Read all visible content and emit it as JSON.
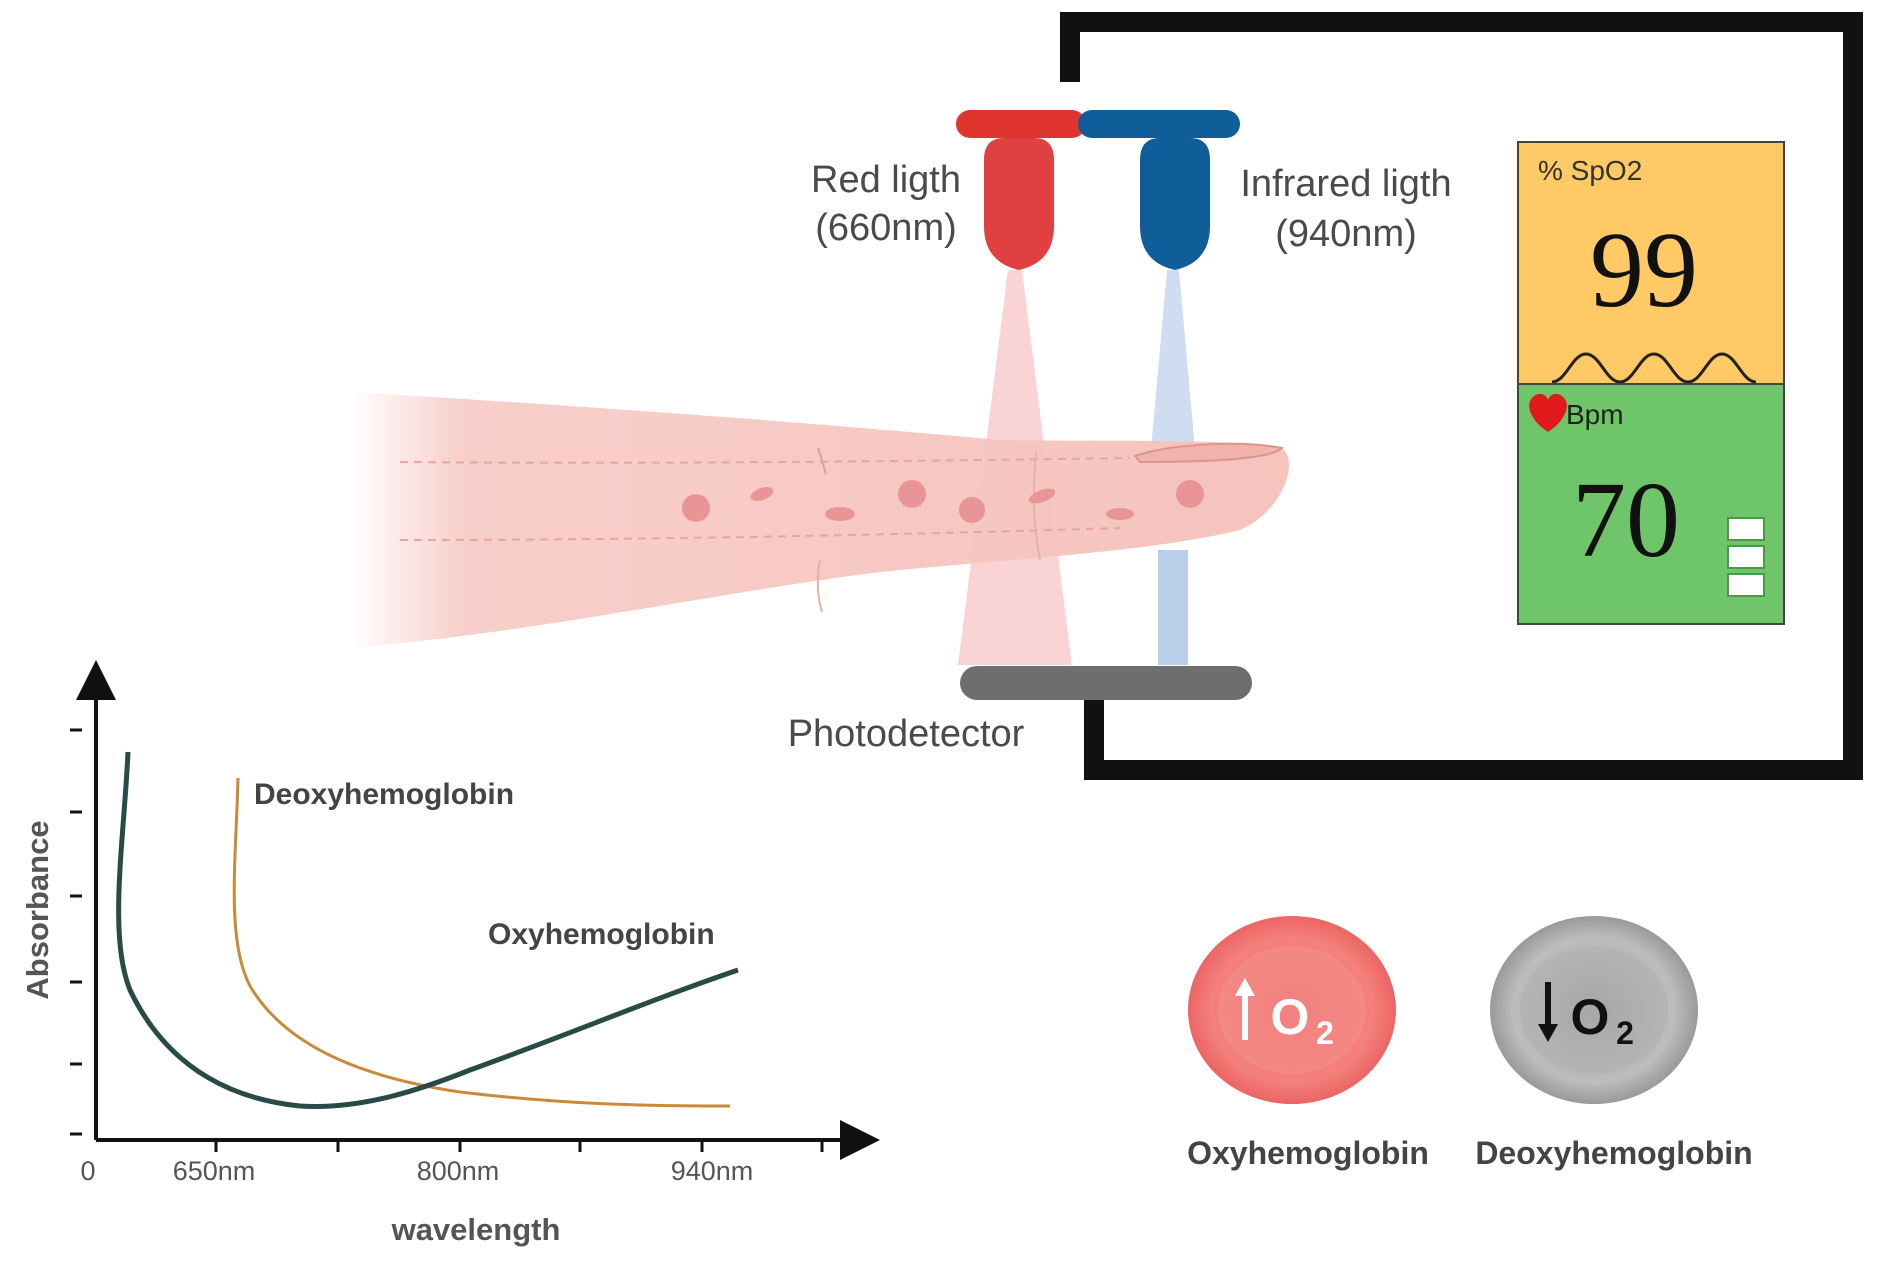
{
  "sensor": {
    "red_label_1": "Red ligth",
    "red_label_2": "(660nm)",
    "ir_label_1": "Infrared ligth",
    "ir_label_2": "(940nm)",
    "photodetector": "Photodetector"
  },
  "monitor": {
    "spo2_label": "% SpO2",
    "spo2_value": "99",
    "bpm_label": "Bpm",
    "bpm_value": "70"
  },
  "cells": {
    "oxy_label": "Oxyhemoglobin",
    "oxy_symbol": "O",
    "oxy_sub": "2",
    "deoxy_label": "Deoxyhemoglobin",
    "deoxy_symbol": "O",
    "deoxy_sub": "2"
  },
  "colors": {
    "red_led": "#e04040",
    "ir_led": "#0f5e99",
    "spo2_panel": "#ffc966",
    "bpm_panel": "#6ec56a",
    "oxy_curve": "#2a4a48",
    "deoxy_curve": "#c98a3a"
  },
  "chart_data": {
    "type": "line",
    "title": "",
    "xlabel": "wavelength",
    "ylabel": "Absorbance",
    "x_ticks": [
      "0",
      "650nm",
      "800nm",
      "940nm"
    ],
    "series": [
      {
        "name": "Deoxyhemoglobin"
      },
      {
        "name": "Oxyhemoglobin"
      }
    ]
  }
}
